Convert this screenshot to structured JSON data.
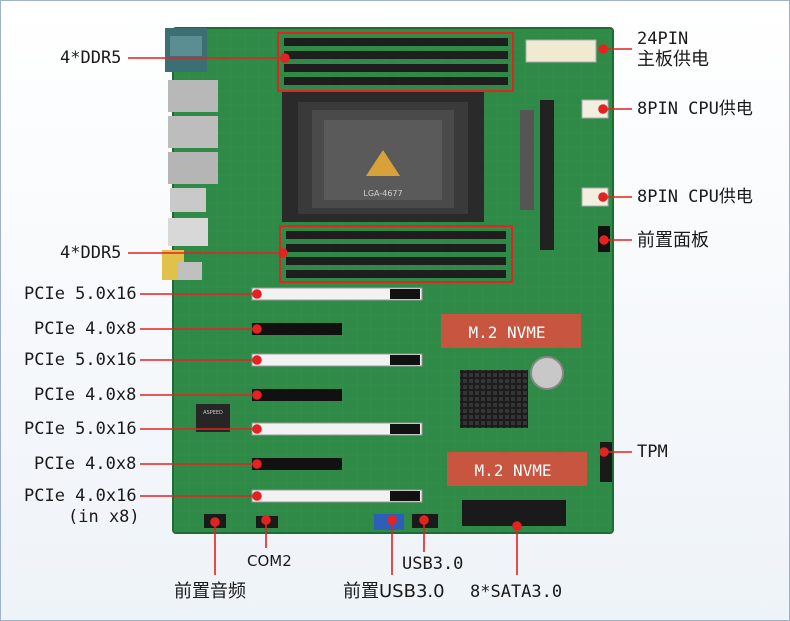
{
  "labels": {
    "ddr5_top": "4*DDR5",
    "power_24pin_line1": "24PIN",
    "power_24pin_line2": "主板供电",
    "cpu_power_1": "8PIN CPU供电",
    "cpu_power_2": "8PIN CPU供电",
    "ddr5_bottom": "4*DDR5",
    "front_panel": "前置面板",
    "pcie_1": "PCIe 5.0x16",
    "pcie_2": "PCIe 4.0x8",
    "pcie_3": "PCIe 5.0x16",
    "pcie_4": "PCIe 4.0x8",
    "pcie_5": "PCIe 5.0x16",
    "pcie_6": "PCIe 4.0x8",
    "pcie_7_line1": "PCIe 4.0x16",
    "pcie_7_line2": "(in x8)",
    "tpm": "TPM",
    "com2": "COM2",
    "usb30": "USB3.0",
    "front_audio": "前置音频",
    "front_usb30": "前置USB3.0",
    "sata": "8*SATA3.0"
  },
  "board": {
    "m2_top": "M.2 NVME",
    "m2_bottom": "M.2 NVME",
    "socket_text": "LGA-4677",
    "chip_text": "ASPEED"
  },
  "colors": {
    "pcb": "#2f8a47",
    "pointer": "#e32222",
    "highlight_box": "#e32222",
    "m2_slot": "#c8553f",
    "dimm": "#1e1e1e",
    "pcie_black": "#111111"
  }
}
